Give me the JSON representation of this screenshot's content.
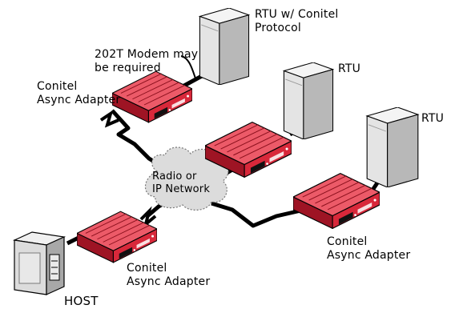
{
  "labels": {
    "rtu_conitel": [
      "RTU w/ Conitel",
      "Protocol"
    ],
    "modem_note": [
      "202T Modem may",
      "be required"
    ],
    "adapter_top": [
      "Conitel",
      "Async  Adapter"
    ],
    "rtu_middle": "RTU",
    "rtu_right": "RTU",
    "network": [
      "Radio or",
      "IP Network"
    ],
    "adapter_right": [
      "Conitel",
      "Async  Adapter"
    ],
    "adapter_host": [
      "Conitel",
      "Async  Adapter"
    ],
    "host": "HOST"
  },
  "colors": {
    "adapter": "#d8283a",
    "adapter_dark": "#9e1424",
    "adapter_light": "#ec5a68",
    "server": "#e2e2e2",
    "server_side": "#b4b4b4",
    "cloud": "#dcdcdc",
    "cable": "#000000"
  }
}
